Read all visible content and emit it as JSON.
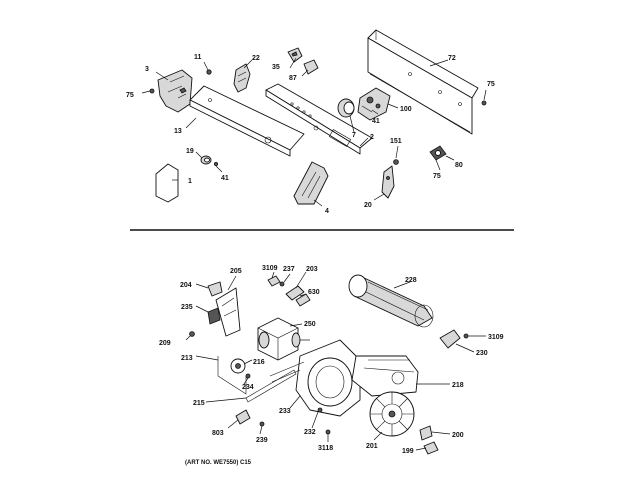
{
  "diagram": {
    "top_section": {
      "callouts": [
        "3",
        "75",
        "11",
        "13",
        "22",
        "35",
        "87",
        "72",
        "75",
        "100",
        "41",
        "7",
        "2",
        "151",
        "80",
        "75",
        "19",
        "41",
        "1",
        "4",
        "20"
      ]
    },
    "bottom_section": {
      "callouts": [
        "204",
        "205",
        "235",
        "3109",
        "237",
        "203",
        "630",
        "228",
        "209",
        "250",
        "3109",
        "230",
        "213",
        "216",
        "234",
        "218",
        "215",
        "233",
        "200",
        "803",
        "239",
        "232",
        "3118",
        "201",
        "199"
      ]
    },
    "art_number": "(ART NO. WE7550) C15"
  }
}
